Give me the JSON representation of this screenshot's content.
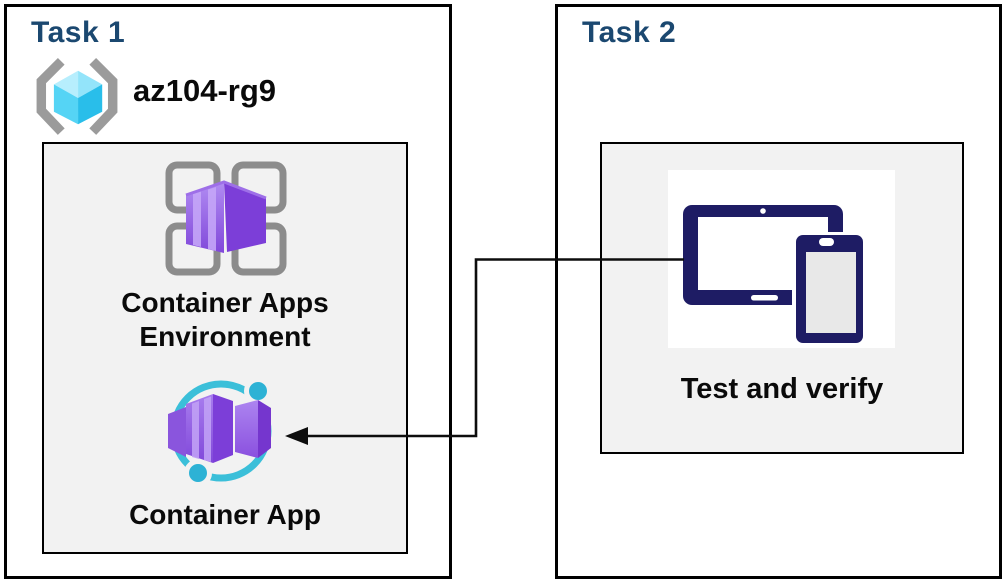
{
  "task1": {
    "title": "Task 1",
    "resource_group_name": "az104-rg9",
    "environment_label": "Container Apps Environment",
    "app_label": "Container App"
  },
  "task2": {
    "title": "Task 2",
    "verify_label": "Test and verify"
  },
  "icons": {
    "resource_group": "azure-resource-group-cube-in-brackets",
    "environment": "container-apps-environment-grid-with-purple-container",
    "app": "container-app-purple-container-with-cyan-orbit",
    "devices": "tablet-and-phone"
  },
  "colors": {
    "title_blue": "#1B4870",
    "panel_gray": "#F2F2F2",
    "outer_border": "#000000",
    "device_navy": "#1E1C64",
    "cyan_arc": "#3BBFD9",
    "resource_cube_cyan": "#55D4F5",
    "container_purple": "#7C3ED8",
    "grid_gray": "#8C8C8C",
    "arrow_black": "#0d0d0d"
  }
}
